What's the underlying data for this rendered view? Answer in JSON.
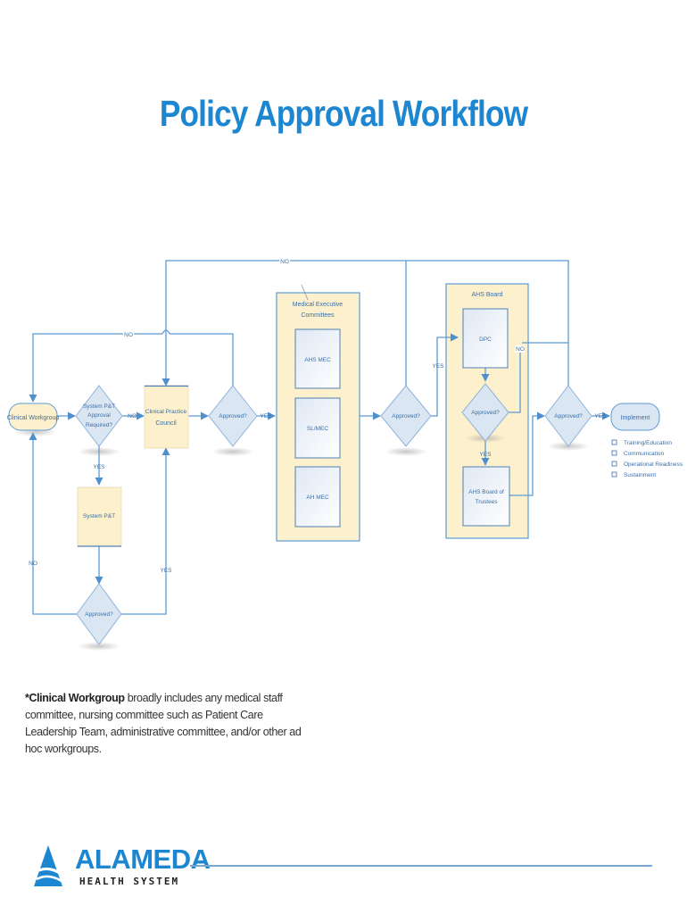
{
  "title": "Policy Approval Workflow",
  "diagram": {
    "nodes": {
      "clinical_workgroup": "Clinical Workgroup",
      "system_pnt_required": [
        "System P&T",
        "Approval",
        "Required?"
      ],
      "clinical_practice_council": [
        "Clinical Practice",
        "Council"
      ],
      "approved_1": "Approved?",
      "mec_group": [
        "Medical Executive",
        "Committees"
      ],
      "ahs_mec": "AHS MEC",
      "sl_mec": "SL/MEC",
      "ah_mec": "AH MEC",
      "approved_2": "Approved?",
      "ahs_board_group": "AHS Board",
      "dpc": "DPC",
      "approved_board": "Approved?",
      "ahs_trustees": [
        "AHS Board of",
        "Trustees"
      ],
      "approved_3": "Approved?",
      "implement": "Implement",
      "system_pnt": "System P&T",
      "approved_pnt": "Approved?"
    },
    "edge_labels": {
      "top_no": "NO",
      "mid_no": "NO",
      "pnt_no": "NO",
      "pnt_yes": "YES",
      "cpc_yes": "YES",
      "left_no": "NO",
      "return_yes": "YES",
      "mec_yes": "YES",
      "board_yes": "YES",
      "dpc_no": "NO",
      "implement_yes": "YES"
    },
    "implement_checklist": [
      "Training/Education",
      "Communication",
      "Operational Readiness",
      "Sustainment"
    ]
  },
  "note": {
    "bold": "*Clinical Workgroup",
    "text": " broadly includes any medical staff committee, nursing committee such as Patient Care Leadership Team, administrative committee, and/or other ad hoc workgroups."
  },
  "logo": {
    "name": "ALAMEDA",
    "subtitle": "HEALTH SYSTEM"
  },
  "colors": {
    "accent": "#1c86d1",
    "line": "#5b9bd5",
    "decision_fill": "#dbe6f3",
    "group_fill": "#fdf0cc"
  }
}
